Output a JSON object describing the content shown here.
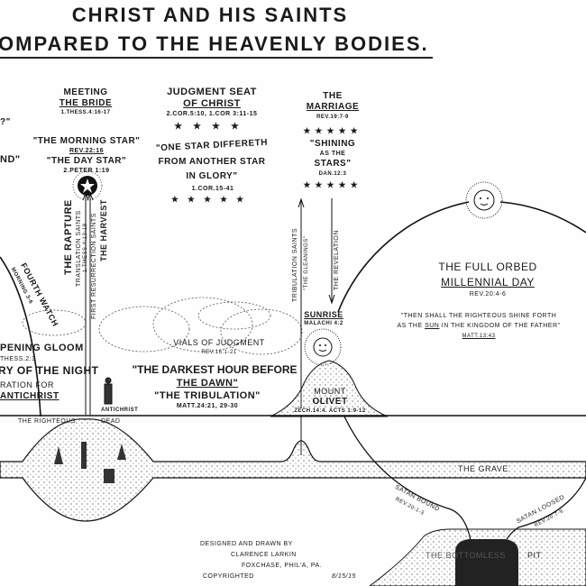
{
  "title": {
    "line1": "Christ And His Saints",
    "line2": "ompared To The Heavenly Bodies."
  },
  "left_fragments": {
    "quote_end": "?\"",
    "nd_quote": "nd\""
  },
  "meeting_bride": {
    "line1": "Meeting",
    "line2": "The Bride",
    "ref": "1.Thess.4:16-17"
  },
  "morning_star": {
    "line1": "\"The Morning Star\"",
    "ref1": "Rev.22:16",
    "line2": "\"The Day Star\"",
    "ref2": "2.Peter 1:19"
  },
  "judgment_seat": {
    "line1": "Judgment Seat",
    "line2": "Of Christ",
    "ref": "2.Cor.5:10, 1.Cor 3:11-15",
    "star_line1": "\"One Star Differeth",
    "star_line2": "From Another Star",
    "star_line3": "In Glory\"",
    "star_ref": "1.Cor.15-41"
  },
  "marriage": {
    "line1": "The",
    "line2": "Marriage",
    "ref": "Rev.19:7-9",
    "shining1": "\"Shining",
    "shining2": "As The",
    "shining3": "Stars\"",
    "shining_ref": "Dan.12:3"
  },
  "rapture": {
    "label": "The Rapture",
    "translation": "Translation Saints",
    "ref": "1.Thess.4:13-18",
    "first_res": "First Resurrection Saints",
    "harvest": "The Harvest"
  },
  "tribulation_saints": {
    "label": "Tribulation Saints",
    "gleanings": "\"The Gleanings\"",
    "revelation": "The Revelation"
  },
  "fourth_watch": {
    "label": "Fourth Watch",
    "morning": "Morning 3-6"
  },
  "left_night": {
    "gloom": "pening Gloom",
    "gloom_ref": "Thess.2:3",
    "night": "ry Of The Night",
    "prep": "ration For",
    "antichrist": "Antichrist"
  },
  "vials": {
    "label": "Vials Of Judgment",
    "ref": "Rev.16:1-21"
  },
  "darkest_hour": {
    "line1": "\"The Darkest Hour Before",
    "line2": "The Dawn\"",
    "line3": "\"The Tribulation\"",
    "ref": "Matt.24:21, 29-30"
  },
  "antichrist_label": "Antichrist",
  "sunrise": {
    "label": "Sunrise",
    "ref": "Malachi 4:2"
  },
  "mount_olivet": {
    "line1": "Mount",
    "line2": "Olivet",
    "ref": "Zech.14:4. Acts 1:9-12"
  },
  "millennial": {
    "line1": "The Full Orbed",
    "line2": "Millennial Day",
    "ref": "Rev.20:4-6",
    "quote1": "\"Then Shall The Righteous Shine Forth",
    "quote2_pre": "As The ",
    "quote2_sun": "Sun",
    "quote2_post": " In The Kingdom Of The Father\"",
    "quote_ref": "Matt.13:43"
  },
  "righteous_dead": {
    "left": "The Righteous",
    "right": "Dead"
  },
  "grave": "The Grave",
  "satan_bound": {
    "label": "Satan Bound",
    "ref": "Rev.20:1-3"
  },
  "satan_loosed": {
    "label": "Satan Loosed",
    "ref": "Rev.20:7-9."
  },
  "pit": {
    "left": "The Bottomless",
    "right": "Pit"
  },
  "credits": {
    "line1": "Designed And Drawn By",
    "line2": "Clarence Larkin",
    "line3": "Foxchase, Phil'a, Pa.",
    "copyright": "Copyrighted",
    "date": "8/15/15"
  }
}
